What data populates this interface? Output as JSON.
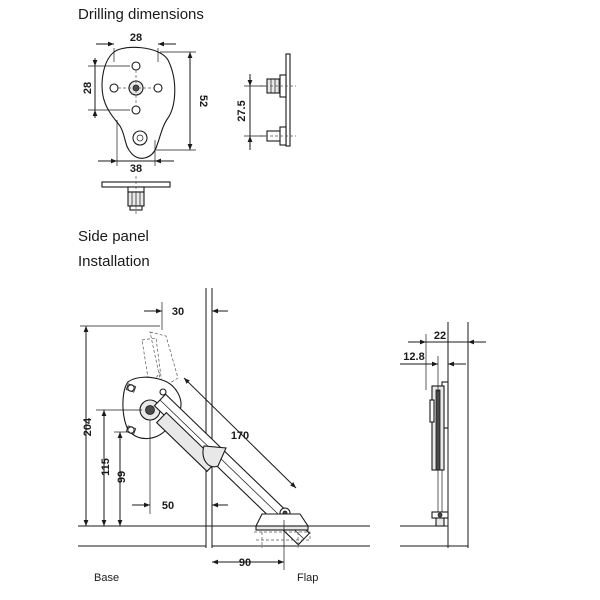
{
  "headings": {
    "drilling": "Drilling dimensions",
    "side_panel": "Side panel",
    "installation": "Installation"
  },
  "drilling_dims": {
    "top_width": "28",
    "left_height": "28",
    "right_height": "52",
    "bottom_width": "38",
    "side_spacing": "27.5"
  },
  "installation_dims": {
    "top_offset": "30",
    "total_height": "204",
    "height_115": "115",
    "height_99": "99",
    "arm_length": "170",
    "bottom_offset": "50",
    "flap_distance": "90",
    "right_outer": "22",
    "right_inner": "12.8"
  },
  "captions": {
    "base": "Base",
    "flap": "Flap"
  }
}
